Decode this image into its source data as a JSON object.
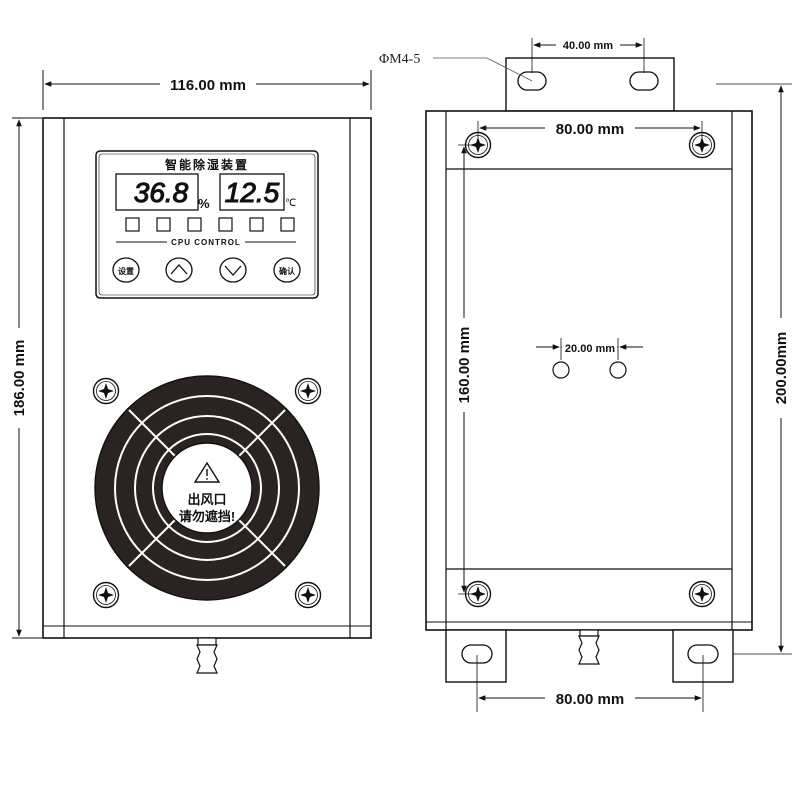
{
  "front_view": {
    "width_dim": "116.00 mm",
    "height_dim": "186.00 mm",
    "panel": {
      "title": "智能除湿装置",
      "humidity_reading": "36.8",
      "humidity_unit": "%",
      "temperature_reading": "12.5",
      "temperature_unit": "℃",
      "footer": "CPU CONTROL",
      "buttons": {
        "set": "设置",
        "up": "up-arrow-icon",
        "down": "down-arrow-icon",
        "confirm": "确认"
      },
      "indicator_count": 6
    },
    "fan": {
      "warning_line1": "出风口",
      "warning_line2": "请勿遮挡!",
      "warning_icon": "warning-triangle-icon"
    }
  },
  "back_view": {
    "hole_note": "ΦM4-5",
    "top_bracket_dim": "40.00 mm",
    "top_holes_dim": "80.00 mm",
    "center_holes_dim": "20.00 mm",
    "vertical_holes_dim": "160.00 mm",
    "overall_height_dim": "200.00mm",
    "bottom_bracket_dim": "80.00 mm"
  },
  "colors": {
    "line": "#1a1a1a",
    "fan_fill": "#2b2322",
    "background": "#ffffff"
  }
}
